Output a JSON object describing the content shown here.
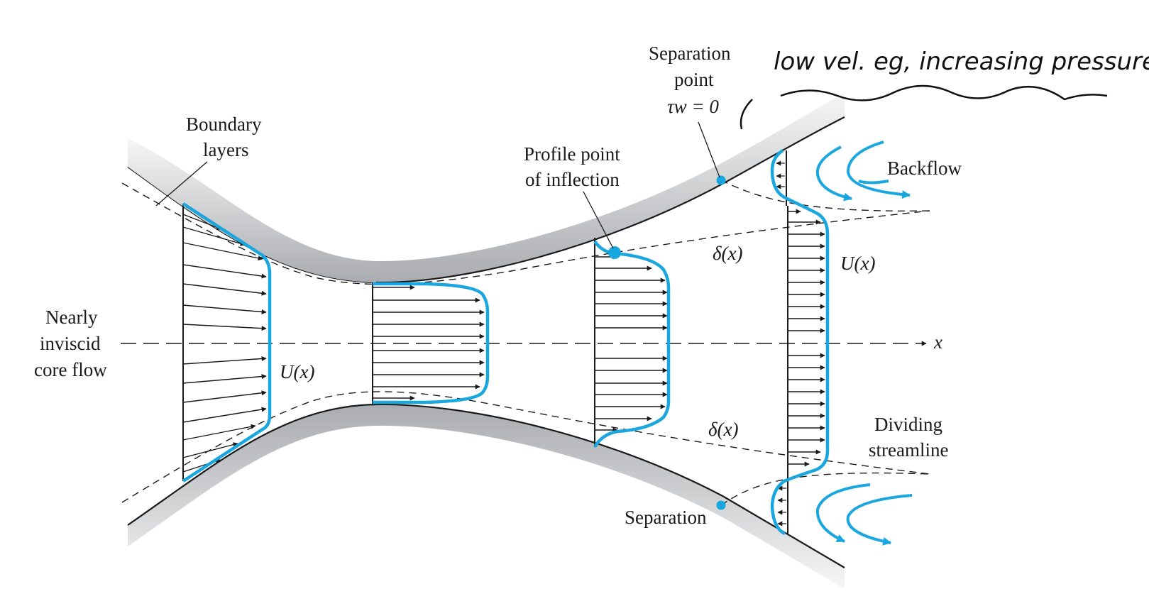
{
  "labels": {
    "boundary_layers_1": "Boundary",
    "boundary_layers_2": "layers",
    "core_flow_1": "Nearly",
    "core_flow_2": "inviscid",
    "core_flow_3": "core flow",
    "u_of_x": "U(x)",
    "inflection_1": "Profile point",
    "inflection_2": "of inflection",
    "separation_point_1": "Separation",
    "separation_point_2": "point",
    "tau_w": "τw = 0",
    "delta_upper": "δ(x)",
    "delta_lower": "δ(x)",
    "backflow": "Backflow",
    "dividing_1": "Dividing",
    "dividing_2": "streamline",
    "separation_lower": "Separation",
    "axis_x": "x"
  },
  "handwritten_note": "low vel. eg, increasing pressure",
  "colors": {
    "profile": "#1aa7e0",
    "wall_shadow": "#b9bcc0",
    "line": "#1a1a1a"
  }
}
